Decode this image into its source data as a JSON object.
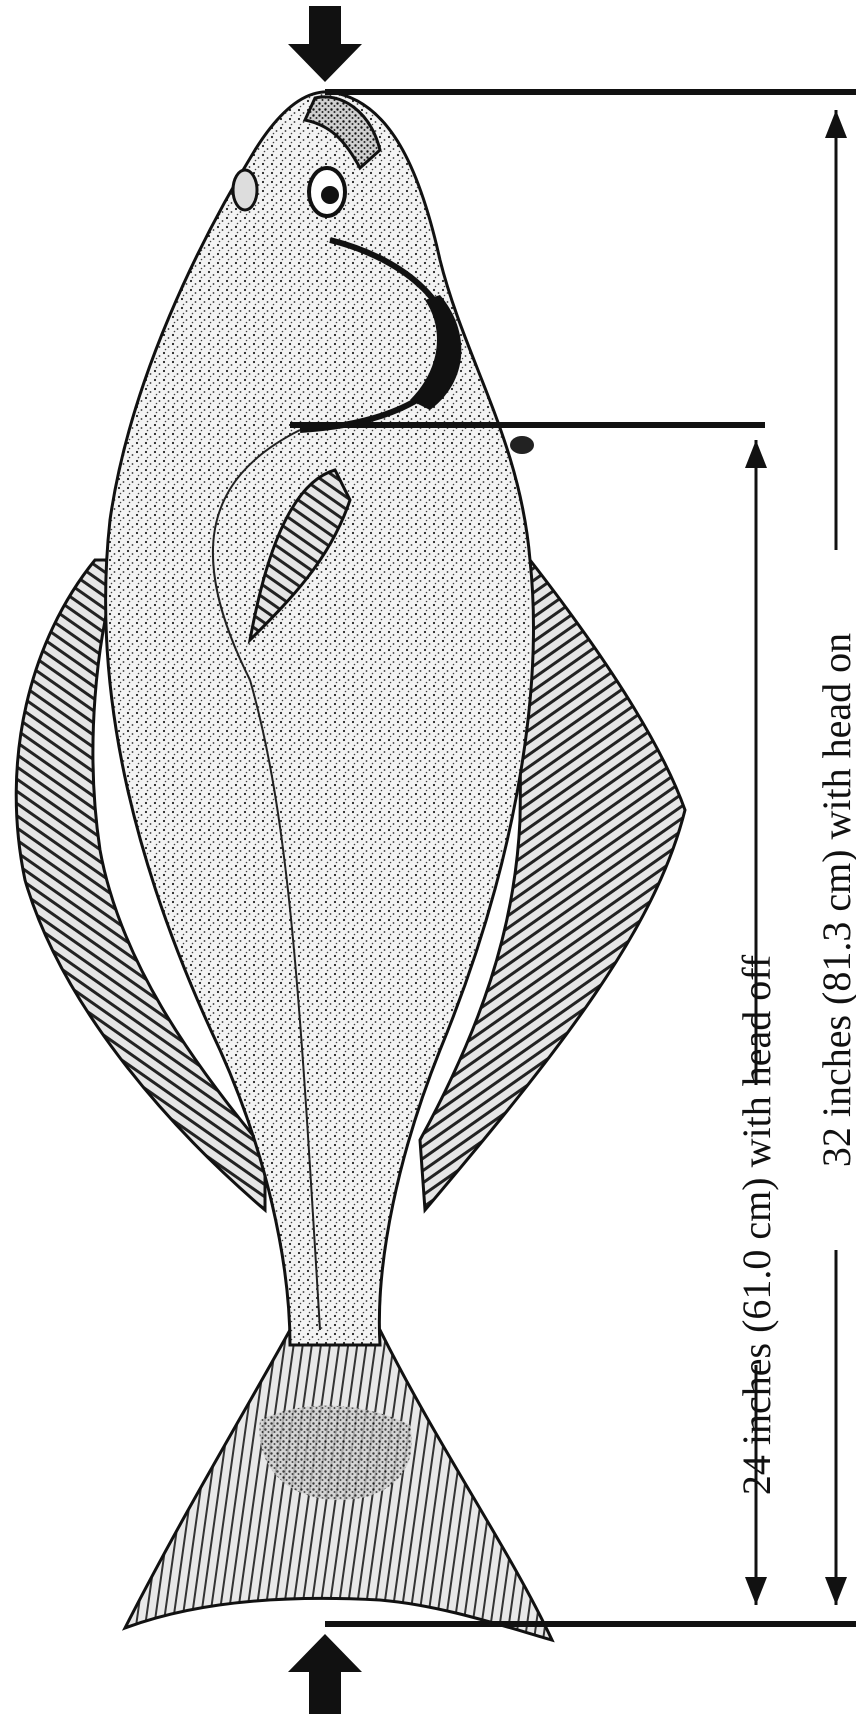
{
  "figure": {
    "subject": "halibut-illustration",
    "measurements": [
      {
        "id": "head-off",
        "label": "24 inches (61.0 cm) with head off"
      },
      {
        "id": "head-on",
        "label": "32 inches (81.3 cm) with head on"
      }
    ],
    "icons": {
      "top_marker": "arrow-down-icon",
      "bottom_marker": "arrow-up-icon"
    },
    "colors": {
      "ink": "#111111",
      "paper": "#ffffff",
      "body_fill": "#ececec"
    }
  }
}
